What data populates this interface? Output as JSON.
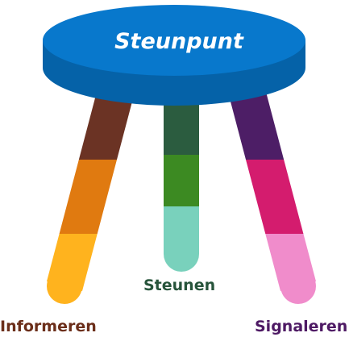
{
  "seat": {
    "label": "Steunpunt",
    "top_color": "#0878CC",
    "side_color": "#0562A8",
    "text_color": "#FFFFFF"
  },
  "legs": [
    {
      "label": "Informeren",
      "label_color": "#6B2E1A",
      "segments": [
        "#6B3324",
        "#E07A10",
        "#FFB31E"
      ]
    },
    {
      "label": "Steunen",
      "label_color": "#27543B",
      "segments": [
        "#2B5C3F",
        "#3C8A22",
        "#79D1BC"
      ]
    },
    {
      "label": "Signaleren",
      "label_color": "#4E1A64",
      "segments": [
        "#4D1E66",
        "#D41C6E",
        "#F08CCB"
      ]
    }
  ]
}
